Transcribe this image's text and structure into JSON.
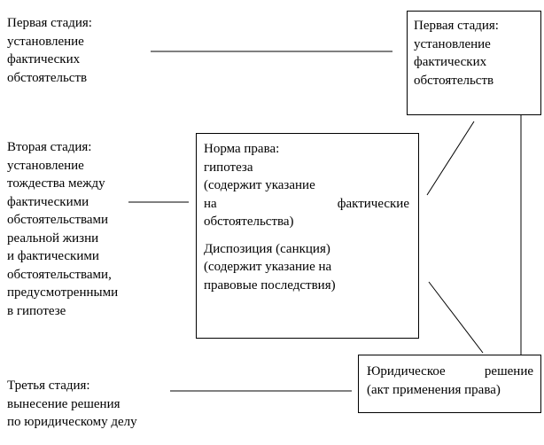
{
  "stage1": {
    "lines": [
      "Первая стадия:",
      "установление",
      "фактических",
      "обстоятельств"
    ]
  },
  "stage2": {
    "lines": [
      "Вторая стадия:",
      "установление",
      "тождества между",
      "фактическими",
      "обстоятельствами",
      "реальной жизни",
      "и фактическими",
      "обстоятельствами,",
      "предусмотренными",
      "в гипотезе"
    ]
  },
  "stage3": {
    "lines": [
      "Третья стадия:",
      "вынесение решения",
      "по юридическому делу"
    ]
  },
  "fact_box": {
    "lines": [
      "Первая стадия:",
      "установление",
      "фактических",
      "обстоятельств"
    ]
  },
  "norm_box": {
    "title": "Норма права:",
    "hypothesis": "гипотеза",
    "hypothesis_desc_1": "(содержит указание",
    "hypothesis_desc_2a": "на",
    "hypothesis_desc_2b": "фактические",
    "hypothesis_desc_3": "обстоятельства)",
    "disposition": "Диспозиция (санкция)",
    "disposition_desc_1": "(содержит указание на",
    "disposition_desc_2": "правовые последствия)"
  },
  "decision_box": {
    "line1a": "Юридическое",
    "line1b": "решение",
    "line2": "(акт применения права)"
  },
  "colors": {
    "ink": "#000000",
    "background": "#ffffff"
  }
}
